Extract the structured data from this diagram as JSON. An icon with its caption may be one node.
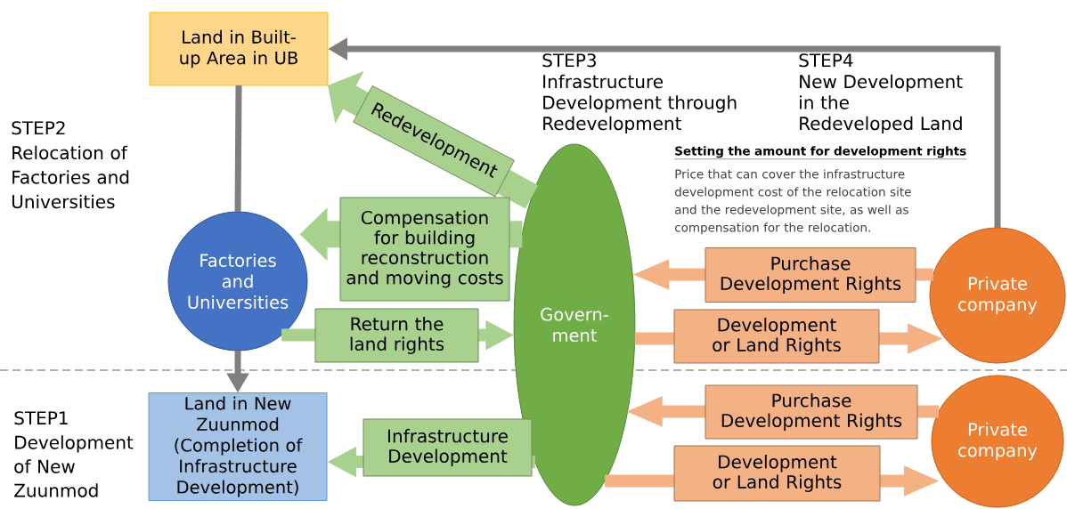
{
  "diagram": {
    "nodes": [
      {
        "text": [
          "Land in Built-up Area in UB"
        ]
      },
      {
        "text": [
          "Factories and Universities"
        ]
      },
      {
        "text": [
          "Land in New Zuunmod (Completion of Infrastructure Development)"
        ]
      },
      {
        "text": [
          "Govern- ment"
        ]
      },
      {
        "text": [
          "Private company"
        ]
      },
      {
        "text": [
          "Private company"
        ]
      }
    ],
    "edges": [
      {
        "from": 0,
        "to": 1,
        "arrow": "none",
        "color": "#7f7f7f"
      },
      {
        "from": 1,
        "to": 2,
        "arrow": "to",
        "color": "#7f7f7f"
      },
      {
        "from": 4,
        "to": 0,
        "arrow": "to",
        "color": "#7f7f7f"
      },
      {
        "from": 3,
        "to": 0,
        "arrow": "to",
        "label": "Redevelopment",
        "style": "thick"
      },
      {
        "from": 3,
        "to": 1,
        "arrow": "to",
        "label": "Compensation for building reconstruction and moving costs",
        "style": "thick"
      },
      {
        "from": 1,
        "to": 3,
        "arrow": "to",
        "label": "Return the land rights"
      },
      {
        "from": 3,
        "to": 2,
        "arrow": "to",
        "label": "Infrastructure Development"
      },
      {
        "from": 4,
        "to": 3,
        "arrow": "to",
        "label": "Purchase Development Rights",
        "color": "#f4b183"
      },
      {
        "from": 3,
        "to": 4,
        "arrow": "to",
        "label": "Development or Land Rights",
        "color": "#f4b183"
      },
      {
        "from": 5,
        "to": 3,
        "arrow": "to",
        "label": "Purchase Development Rights",
        "color": "#f4b183"
      },
      {
        "from": 3,
        "to": 5,
        "arrow": "to",
        "label": "Development or Land Rights",
        "color": "#f4b183"
      }
    ],
    "labels": [
      "STEP3",
      "Infrastructure Development through Redevelopment",
      "STEP4",
      "New Development in the Redeveloped Land",
      "STEP2",
      "Relocation of Factories and Universities",
      "Setting the amount for development rights",
      "Price that can cover the infrastructure development cost of the relocation site and the redevelopment site, as well as compensation for the relocation.",
      "STEP1",
      "Development of New Zuunmod"
    ]
  }
}
